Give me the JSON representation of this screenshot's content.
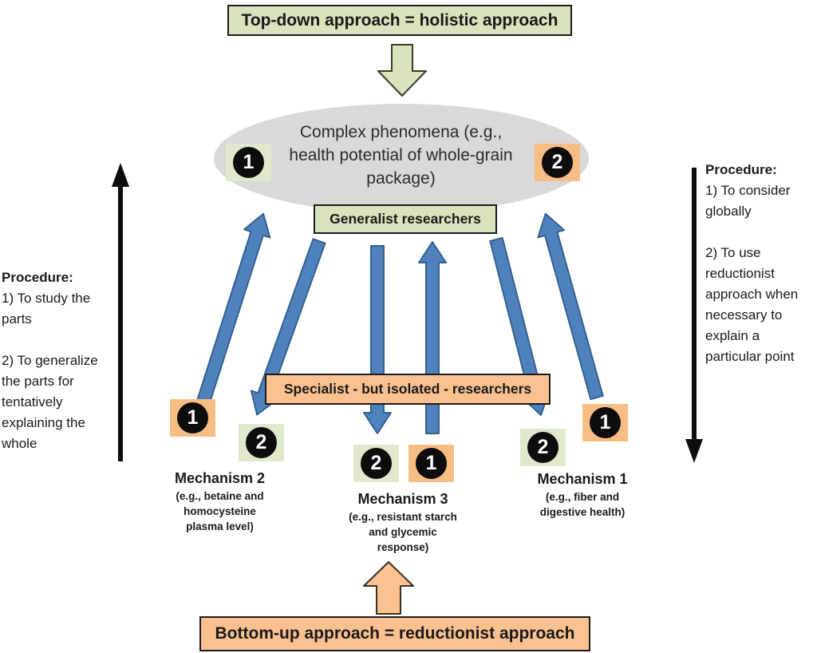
{
  "top_box": {
    "label": "Top-down approach = holistic approach"
  },
  "bottom_box": {
    "label": "Bottom-up approach = reductionist approach"
  },
  "ellipse": {
    "line1": "Complex phenomena (e.g.,",
    "line2": "health potential of whole-grain",
    "line3": "package)"
  },
  "generalist_box": {
    "label": "Generalist researchers"
  },
  "specialist_box": {
    "label": "Specialist - but isolated - researchers"
  },
  "procedure_left": {
    "title": "Procedure:",
    "item1": "1) To study the parts",
    "item2": "2) To generalize the parts for tentatively explaining the whole"
  },
  "procedure_right": {
    "title": "Procedure:",
    "item1": "1) To consider globally",
    "item2": "2) To use reductionist approach when necessary to explain a particular point"
  },
  "mechanisms": [
    {
      "title": "Mechanism 2",
      "subtitle": "(e.g., betaine and homocysteine plasma level)"
    },
    {
      "title": "Mechanism 3",
      "subtitle": "(e.g., resistant starch and glycemic response)"
    },
    {
      "title": "Mechanism 1",
      "subtitle": "(e.g., fiber and digestive health)"
    }
  ],
  "badge_numbers": {
    "one": "1",
    "two": "2"
  },
  "colors": {
    "green_box": "#d8e4bd",
    "green_badge": "#dfe9cb",
    "orange": "#fac090",
    "blue_arrow": "#4f81bd",
    "blue_arrow_edge": "#35618e",
    "ellipse_gray": "#d9d9d9",
    "black": "#0d0d0d"
  }
}
